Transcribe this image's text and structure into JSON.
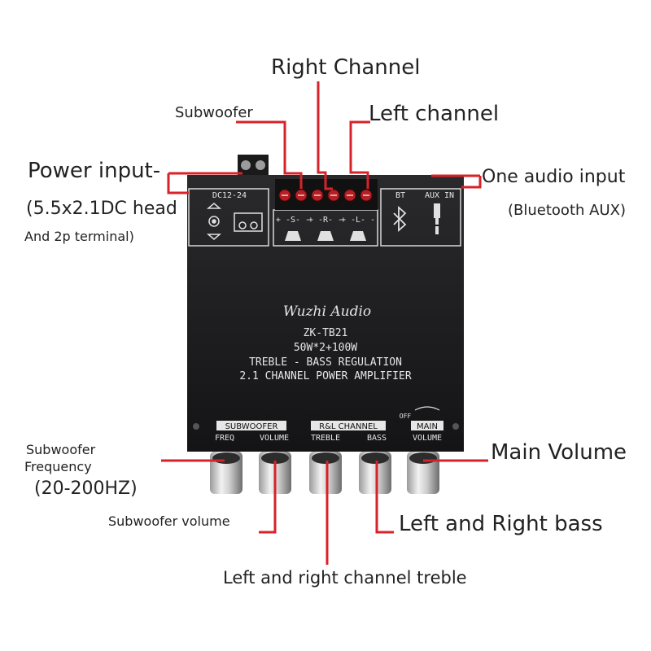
{
  "labels": {
    "right_channel": "Right Channel",
    "subwoofer": "Subwoofer",
    "left_channel": "Left channel",
    "power_input": "Power input-",
    "power_detail_1": "(5.5x2.1DC head",
    "power_detail_2": "And 2p terminal)",
    "audio_input": "One audio input",
    "audio_detail": "(Bluetooth AUX)",
    "sub_freq_1": "Subwoofer",
    "sub_freq_2": "Frequency",
    "sub_freq_range": "(20-200HZ)",
    "sub_volume": "Subwoofer volume",
    "main_volume": "Main Volume",
    "lr_bass": "Left and Right bass",
    "lr_treble": "Left and right channel treble"
  },
  "board": {
    "brand": "Wuzhi Audio",
    "model": "ZK-TB21",
    "power": "50W*2+100W",
    "desc1": "TREBLE - BASS REGULATION",
    "desc2": "2.1 CHANNEL POWER AMPLIFIER",
    "dc_label": "DC12-24",
    "aux_label": "AUX IN",
    "bt_label": "BT",
    "terminal_s": "+ -S- -",
    "terminal_r": "+ -R- -",
    "terminal_l": "+ -L- -",
    "group_sub": "SUBWOOFER",
    "group_rl": "R&L CHANNEL",
    "group_main": "MAIN",
    "knob_freq": "FREQ",
    "knob_volume": "VOLUME",
    "knob_treble": "TREBLE",
    "knob_bass": "BASS",
    "knob_main_volume": "VOLUME",
    "off_label": "OFF"
  },
  "colors": {
    "pointer": "#d8222a",
    "board": "#1d1d1f",
    "text": "#222222"
  }
}
